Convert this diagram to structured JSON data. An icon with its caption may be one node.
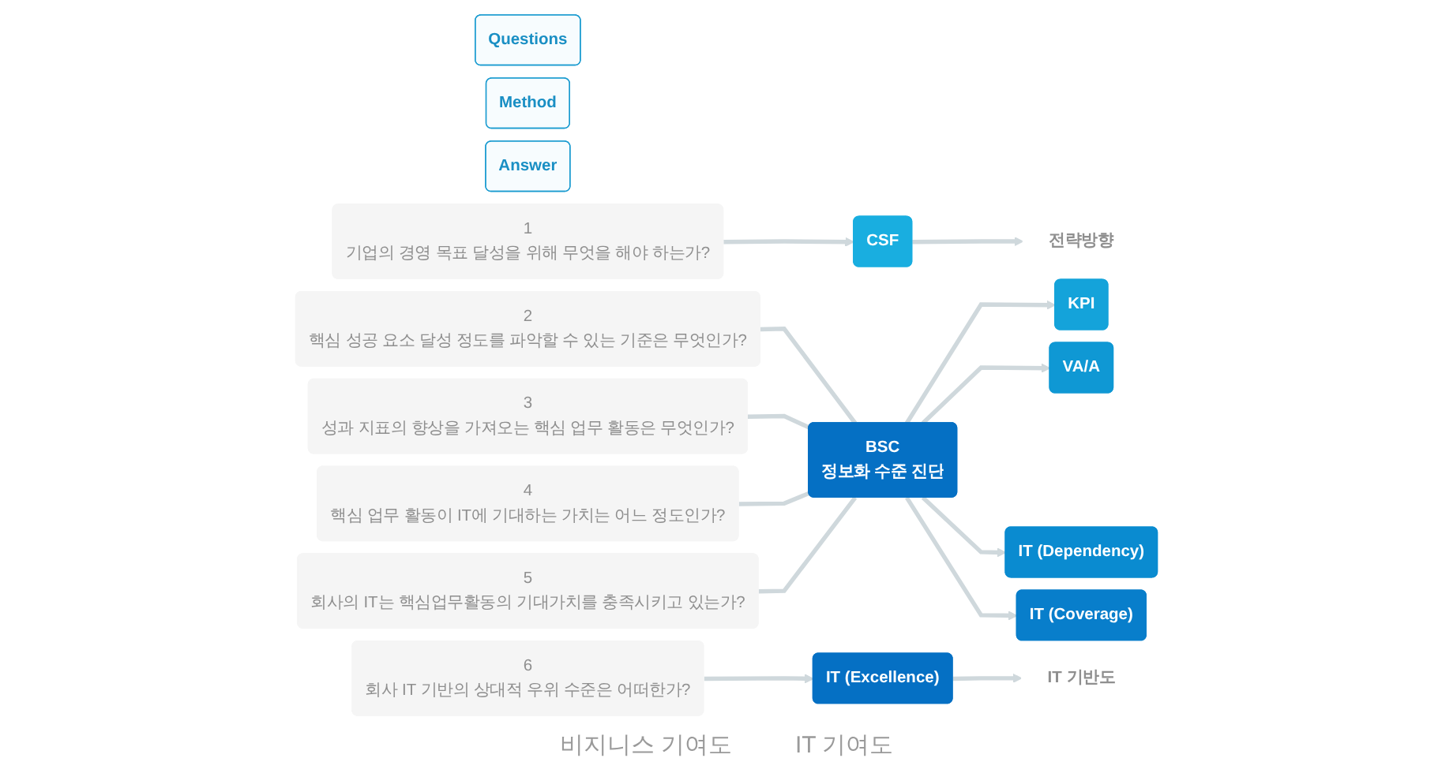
{
  "diagram": {
    "nodes": [
      {
        "text": [
          "Questions"
        ]
      },
      {
        "text": [
          "Method"
        ]
      },
      {
        "text": [
          "Answer"
        ]
      },
      {
        "text": [
          "1",
          "기업의 경영 목표 달성을 위해 무엇을 해야 하는가?"
        ]
      },
      {
        "text": [
          "2",
          "핵심 성공 요소 달성 정도를 파악할 수 있는 기준은 무엇인가?"
        ]
      },
      {
        "text": [
          "3",
          "성과 지표의 향상을 가져오는 핵심 업무 활동은 무엇인가?"
        ]
      },
      {
        "text": [
          "4",
          "핵심 업무 활동이 IT에 기대하는 가치는 어느 정도인가?"
        ]
      },
      {
        "text": [
          "5",
          "회사의 IT는 핵심업무활동의 기대가치를 충족시키고 있는가?"
        ]
      },
      {
        "text": [
          "6",
          "회사 IT 기반의 상대적 우위 수준은 어떠한가?"
        ]
      },
      {
        "text": [
          "BSC",
          "정보화 수준 진단"
        ]
      },
      {
        "text": [
          "CSF"
        ]
      },
      {
        "text": [
          "KPI"
        ]
      },
      {
        "text": [
          "VA/A"
        ]
      },
      {
        "text": [
          "IT (Dependency)"
        ]
      },
      {
        "text": [
          "IT (Coverage)"
        ]
      },
      {
        "text": [
          "IT (Excellence)"
        ]
      },
      {
        "text": [
          "전략방향"
        ]
      },
      {
        "text": [
          "IT 기반도"
        ]
      }
    ],
    "edges": [
      {
        "from": 3,
        "to": 10,
        "arrow": "to"
      },
      {
        "from": 10,
        "to": 16,
        "arrow": "to"
      },
      {
        "from": 4,
        "to": 9,
        "arrow": "none"
      },
      {
        "from": 9,
        "to": 11,
        "arrow": "to"
      },
      {
        "from": 5,
        "to": 9,
        "arrow": "none"
      },
      {
        "from": 9,
        "to": 12,
        "arrow": "to"
      },
      {
        "from": 6,
        "to": 9,
        "arrow": "none"
      },
      {
        "from": 9,
        "to": 13,
        "arrow": "to"
      },
      {
        "from": 7,
        "to": 9,
        "arrow": "none"
      },
      {
        "from": 9,
        "to": 14,
        "arrow": "to"
      },
      {
        "from": 8,
        "to": 15,
        "arrow": "to"
      },
      {
        "from": 15,
        "to": 17,
        "arrow": "to"
      }
    ],
    "labels": [
      "비지니스 기여도",
      "IT 기여도"
    ]
  }
}
